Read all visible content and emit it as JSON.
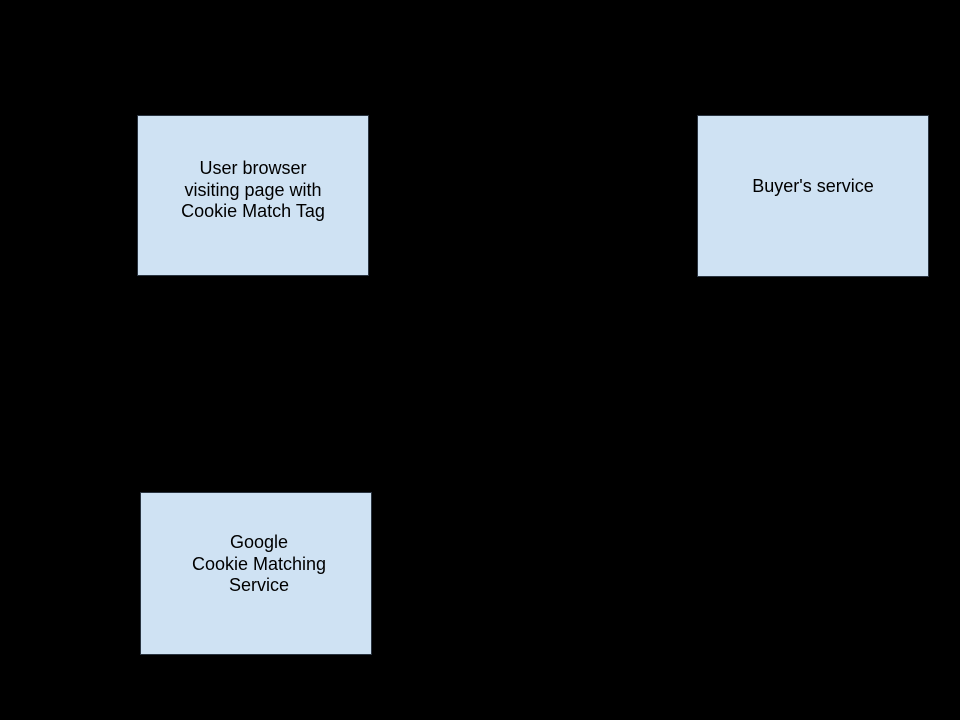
{
  "page": {
    "background_color": "#000000",
    "node_fill_color": "#cfe2f3",
    "node_border_color": "#2a3440",
    "node_text_color": "#000000"
  },
  "diagram": {
    "nodes": [
      {
        "id": "user-browser",
        "label": "User browser\nvisiting page with\nCookie Match Tag"
      },
      {
        "id": "buyers-service",
        "label": "Buyer's service"
      },
      {
        "id": "google-cookie-matching-service",
        "label": "Google\nCookie Matching\nService"
      }
    ]
  }
}
